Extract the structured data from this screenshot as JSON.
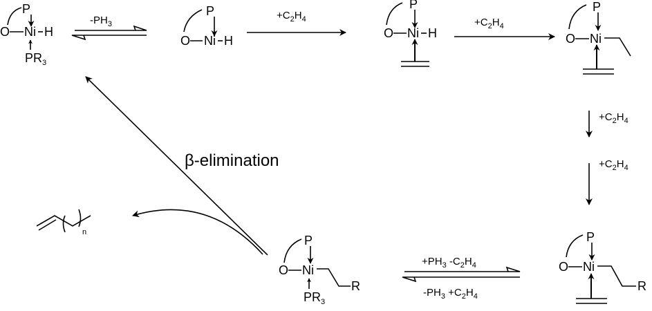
{
  "atoms": {
    "P": "P",
    "O": "O",
    "Ni": "Ni",
    "H": "H",
    "R": "R",
    "PR": "PR",
    "sub3": "3",
    "n": "n",
    "dash": "–"
  },
  "reagents": {
    "minus_ph3": {
      "a": "-PH",
      "b": "3"
    },
    "plus_c2h4": {
      "a": "+C",
      "b": "2",
      "c": "H",
      "d": "4"
    },
    "plus_ph3_minus_c2h4": {
      "a": "+PH",
      "b": "3",
      "c": " -C",
      "d": "2",
      "e": "H",
      "f": "4"
    },
    "minus_ph3_plus_c2h4": {
      "a": "-PH",
      "b": "3",
      "c": " +C",
      "d": "2",
      "e": "H",
      "f": "4"
    }
  },
  "beta_elimination": "β-elimination"
}
